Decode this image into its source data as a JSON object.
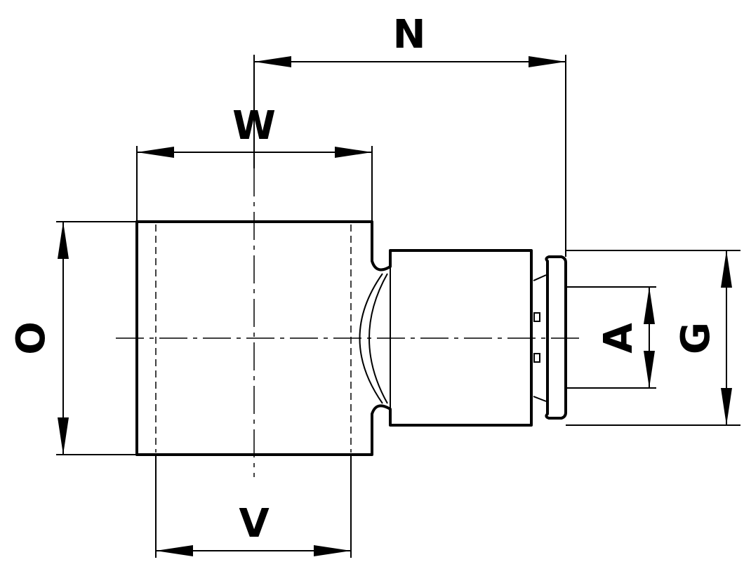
{
  "dimensions": {
    "N": "N",
    "W": "W",
    "O": "O",
    "V": "V",
    "A": "A",
    "G": "G"
  }
}
